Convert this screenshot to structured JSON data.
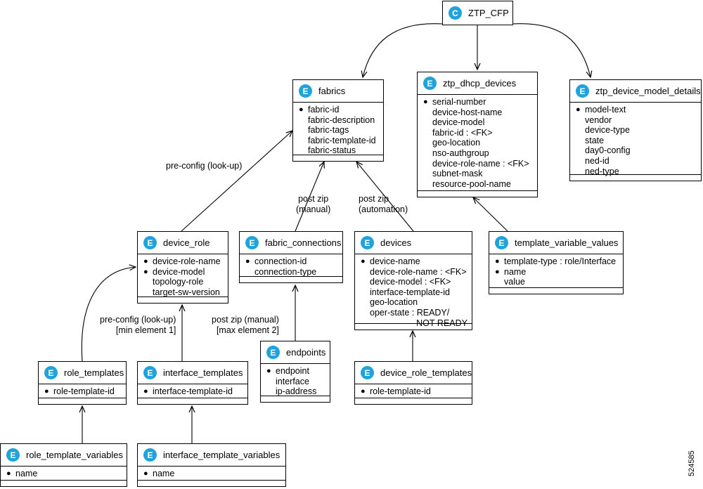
{
  "root": {
    "badge": "C",
    "name": "ZTP_CFP"
  },
  "entities": {
    "fabrics": {
      "badge": "E",
      "name": "fabrics",
      "attrs": [
        {
          "bullet": true,
          "text": "fabric-id"
        },
        {
          "bullet": false,
          "text": "fabric-description"
        },
        {
          "bullet": false,
          "text": "fabric-tags"
        },
        {
          "bullet": false,
          "text": "fabric-template-id"
        },
        {
          "bullet": false,
          "text": "fabric-status"
        }
      ]
    },
    "ztp_dhcp_devices": {
      "badge": "E",
      "name": "ztp_dhcp_devices",
      "attrs": [
        {
          "bullet": true,
          "text": "serial-number"
        },
        {
          "bullet": false,
          "text": "device-host-name"
        },
        {
          "bullet": false,
          "text": "device-model"
        },
        {
          "bullet": false,
          "text": "fabric-id : <FK>"
        },
        {
          "bullet": false,
          "text": "geo-location"
        },
        {
          "bullet": false,
          "text": "nso-authgroup"
        },
        {
          "bullet": false,
          "text": "device-role-name : <FK>"
        },
        {
          "bullet": false,
          "text": "subnet-mask"
        },
        {
          "bullet": false,
          "text": "resource-pool-name"
        }
      ]
    },
    "ztp_device_model_details": {
      "badge": "E",
      "name": "ztp_device_model_details",
      "attrs": [
        {
          "bullet": true,
          "text": "model-text"
        },
        {
          "bullet": false,
          "text": "vendor"
        },
        {
          "bullet": false,
          "text": "device-type"
        },
        {
          "bullet": false,
          "text": "state"
        },
        {
          "bullet": false,
          "text": "day0-config"
        },
        {
          "bullet": false,
          "text": "ned-id"
        },
        {
          "bullet": false,
          "text": "ned-type"
        }
      ]
    },
    "device_role": {
      "badge": "E",
      "name": "device_role",
      "attrs": [
        {
          "bullet": true,
          "text": "device-role-name"
        },
        {
          "bullet": true,
          "text": "device-model"
        },
        {
          "bullet": false,
          "text": "topology-role"
        },
        {
          "bullet": false,
          "text": "target-sw-version"
        }
      ]
    },
    "fabric_connections": {
      "badge": "E",
      "name": "fabric_connections",
      "attrs": [
        {
          "bullet": true,
          "text": "connection-id"
        },
        {
          "bullet": false,
          "text": "connection-type"
        }
      ]
    },
    "devices": {
      "badge": "E",
      "name": "devices",
      "attrs": [
        {
          "bullet": true,
          "text": "device-name"
        },
        {
          "bullet": false,
          "text": "device-role-name : <FK>"
        },
        {
          "bullet": false,
          "text": "device-model : <FK>"
        },
        {
          "bullet": false,
          "text": "interface-template-id"
        },
        {
          "bullet": false,
          "text": "geo-location"
        },
        {
          "bullet": false,
          "text": "oper-state : READY/"
        },
        {
          "bullet": false,
          "text": "NOT-READY",
          "right": true
        }
      ]
    },
    "template_variable_values": {
      "badge": "E",
      "name": "template_variable_values",
      "attrs": [
        {
          "bullet": true,
          "text": "template-type : role/Interface"
        },
        {
          "bullet": true,
          "text": "name"
        },
        {
          "bullet": false,
          "text": "value"
        }
      ]
    },
    "endpoints": {
      "badge": "E",
      "name": "endpoints",
      "attrs": [
        {
          "bullet": true,
          "text": "endpoint"
        },
        {
          "bullet": false,
          "text": "interface"
        },
        {
          "bullet": false,
          "text": "ip-address"
        }
      ]
    },
    "role_templates": {
      "badge": "E",
      "name": "role_templates",
      "attrs": [
        {
          "bullet": true,
          "text": "role-template-id"
        }
      ]
    },
    "interface_templates": {
      "badge": "E",
      "name": "interface_templates",
      "attrs": [
        {
          "bullet": true,
          "text": "interface-template-id"
        }
      ]
    },
    "device_role_templates": {
      "badge": "E",
      "name": "device_role_templates",
      "attrs": [
        {
          "bullet": true,
          "text": "role-template-id"
        }
      ]
    },
    "role_template_variables": {
      "badge": "E",
      "name": "role_template_variables",
      "attrs": [
        {
          "bullet": true,
          "text": "name"
        }
      ]
    },
    "interface_template_variables": {
      "badge": "E",
      "name": "interface_template_variables",
      "attrs": [
        {
          "bullet": true,
          "text": "name"
        }
      ]
    }
  },
  "labels": {
    "preconfig_top": "pre-config (look-up)",
    "post_zip_manual": [
      "post zip",
      "(manual)"
    ],
    "post_zip_automation": [
      "post zip",
      "(automation)"
    ],
    "preconfig_min": [
      "pre-config (look-up)",
      "[min element 1]"
    ],
    "post_zip_manual_max": [
      "post zip (manual)",
      "[max element 2]"
    ]
  },
  "figure_id": "524585",
  "colors": {
    "badge": "#1ea3dc",
    "line": "#000000"
  }
}
